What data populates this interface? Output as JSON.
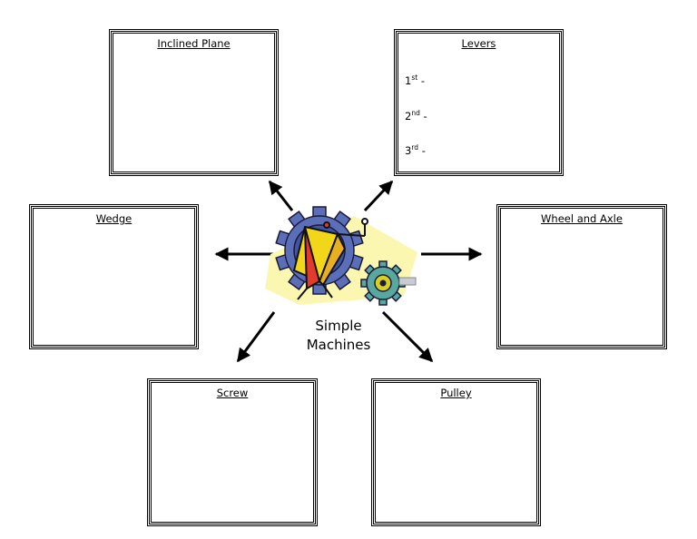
{
  "diagram": {
    "center": {
      "line1": "Simple",
      "line2": "Machines",
      "icon": "gears-machine-clipart"
    },
    "boxes": {
      "inclined_plane": {
        "title": "Inclined Plane"
      },
      "levers": {
        "title": "Levers",
        "items": [
          {
            "num": "1",
            "suffix": "st",
            "dash": " -"
          },
          {
            "num": "2",
            "suffix": "nd",
            "dash": " -"
          },
          {
            "num": "3",
            "suffix": "rd",
            "dash": " -"
          }
        ]
      },
      "wedge": {
        "title": "Wedge"
      },
      "wheel_and_axle": {
        "title": "Wheel and Axle"
      },
      "screw": {
        "title": "Screw"
      },
      "pulley": {
        "title": "Pulley"
      }
    },
    "colors": {
      "outer_gear": "#5a6fb8",
      "outer_gear_inner": "#3f55a6",
      "small_gear": "#58a8a0",
      "small_gear_hub": "#d8d020",
      "highlight": "#fbf7b0",
      "wing_yellow": "#f2d619",
      "wing_red": "#e23b2b"
    }
  }
}
